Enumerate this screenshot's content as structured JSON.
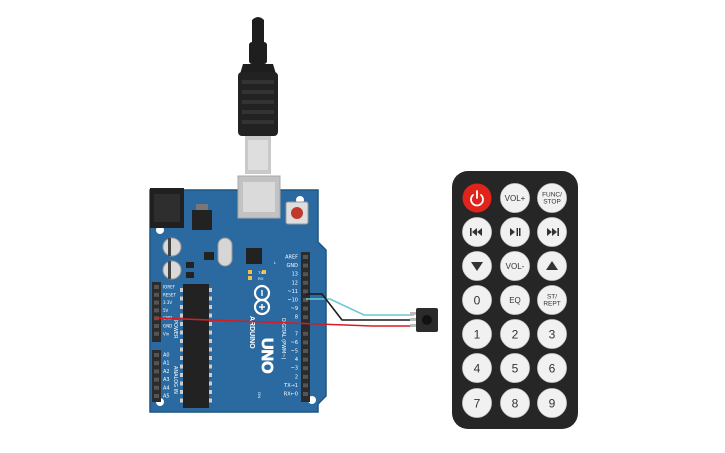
{
  "colors": {
    "board": "#2a6aa0",
    "board_edge": "#1f567f",
    "header": "#2b2b2b",
    "usb_plug": "#1e1e1e",
    "usb_metal": "#d4d4d4",
    "wire_red": "#d71d24",
    "wire_black": "#1a1a1a",
    "wire_cyan": "#6ac7d3",
    "remote_body": "#262626",
    "remote_button": "#f1f1f1",
    "power_button": "#e0241c",
    "sensor": "#2b2b2b"
  },
  "board": {
    "brand": "ARDUINO",
    "model": "UNO",
    "on_label": "ON",
    "tx_label": "TX",
    "rx_label": "RX",
    "l_label": "L",
    "digital_section": "DIGITAL (PWM~)",
    "power_section": "POWER",
    "analog_section": "ANALOG IN",
    "digital_pins": [
      "AREF",
      "GND",
      "13",
      "12",
      "~11",
      "~10",
      "~9",
      "8",
      "7",
      "~6",
      "~5",
      "4",
      "~3",
      "2",
      "TX→1",
      "RX←0"
    ],
    "power_pins": [
      "IOREF",
      "RESET",
      "3.3V",
      "5V",
      "GND",
      "GND",
      "Vin"
    ],
    "analog_pins": [
      "A0",
      "A1",
      "A2",
      "A3",
      "A4",
      "A5"
    ]
  },
  "remote": {
    "buttons": [
      {
        "id": "power",
        "label": "",
        "icon": "power-icon"
      },
      {
        "id": "vol-up",
        "label": "VOL+",
        "icon": ""
      },
      {
        "id": "func-stop",
        "label": "FUNC/\nSTOP",
        "icon": ""
      },
      {
        "id": "prev",
        "label": "",
        "icon": "skip-back-icon"
      },
      {
        "id": "play-pause",
        "label": "",
        "icon": "play-pause-icon"
      },
      {
        "id": "next",
        "label": "",
        "icon": "skip-forward-icon"
      },
      {
        "id": "down",
        "label": "",
        "icon": "triangle-down-icon"
      },
      {
        "id": "vol-down",
        "label": "VOL-",
        "icon": ""
      },
      {
        "id": "up",
        "label": "",
        "icon": "triangle-up-icon"
      },
      {
        "id": "zero",
        "label": "0",
        "icon": ""
      },
      {
        "id": "eq",
        "label": "EQ",
        "icon": ""
      },
      {
        "id": "st-rept",
        "label": "ST/\nREPT",
        "icon": ""
      },
      {
        "id": "one",
        "label": "1",
        "icon": ""
      },
      {
        "id": "two",
        "label": "2",
        "icon": ""
      },
      {
        "id": "three",
        "label": "3",
        "icon": ""
      },
      {
        "id": "four",
        "label": "4",
        "icon": ""
      },
      {
        "id": "five",
        "label": "5",
        "icon": ""
      },
      {
        "id": "six",
        "label": "6",
        "icon": ""
      },
      {
        "id": "seven",
        "label": "7",
        "icon": ""
      },
      {
        "id": "eight",
        "label": "8",
        "icon": ""
      },
      {
        "id": "nine",
        "label": "9",
        "icon": ""
      }
    ]
  }
}
